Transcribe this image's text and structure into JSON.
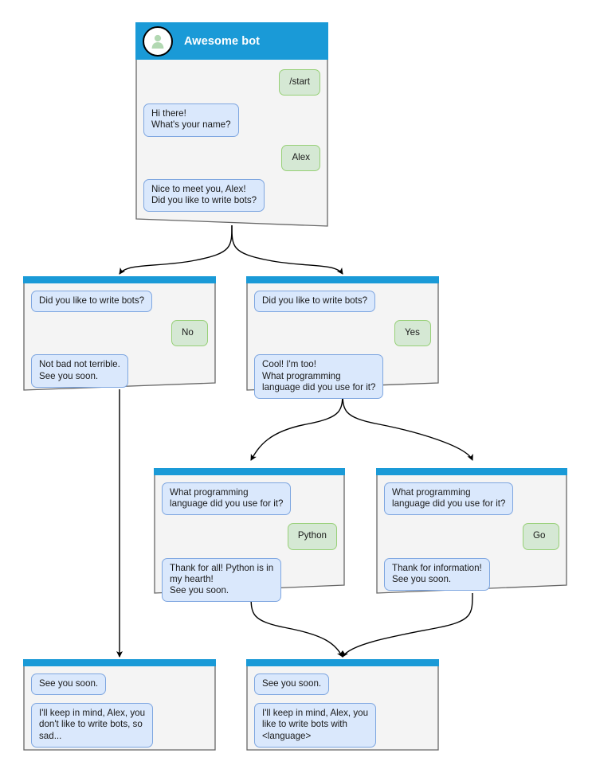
{
  "diagram": {
    "title": "Awesome bot chat flow",
    "colors": {
      "titlebar": "#1a9ad7",
      "node_body": "#f4f4f4",
      "node_border": "#666666",
      "bot_bubble_fill": "#dae8fc",
      "bot_bubble_border": "#7ea6e0",
      "user_bubble_fill": "#d5e8d4",
      "user_bubble_border": "#97d077",
      "edge": "#000000",
      "avatar_figure": "#b2d8b2"
    }
  },
  "nodes": {
    "start": {
      "header_title": "Awesome bot",
      "avatar_icon": "user-avatar-icon",
      "messages": [
        {
          "side": "right",
          "role": "user",
          "text": "/start"
        },
        {
          "side": "left",
          "role": "bot",
          "text": "Hi there!\nWhat's your name?"
        },
        {
          "side": "right",
          "role": "user",
          "text": "Alex"
        },
        {
          "side": "left",
          "role": "bot",
          "text": "Nice to meet you, Alex!\nDid you like to write bots?"
        }
      ]
    },
    "no_branch": {
      "messages": [
        {
          "side": "left",
          "role": "bot",
          "text": "Did you like to write bots?"
        },
        {
          "side": "right",
          "role": "user",
          "text": "No"
        },
        {
          "side": "left",
          "role": "bot",
          "text": "Not bad not terrible.\nSee you soon."
        }
      ]
    },
    "yes_branch": {
      "messages": [
        {
          "side": "left",
          "role": "bot",
          "text": "Did you like to write bots?"
        },
        {
          "side": "right",
          "role": "user",
          "text": "Yes"
        },
        {
          "side": "left",
          "role": "bot",
          "text": "Cool! I'm too!\nWhat programming\nlanguage did you use for it?"
        }
      ]
    },
    "python_branch": {
      "messages": [
        {
          "side": "left",
          "role": "bot",
          "text": "What programming\nlanguage did you use for it?"
        },
        {
          "side": "right",
          "role": "user",
          "text": "Python"
        },
        {
          "side": "left",
          "role": "bot",
          "text": "Thank for all! Python is in\nmy hearth!\nSee you soon."
        }
      ]
    },
    "go_branch": {
      "messages": [
        {
          "side": "left",
          "role": "bot",
          "text": "What programming\nlanguage did you use for it?"
        },
        {
          "side": "right",
          "role": "user",
          "text": "Go"
        },
        {
          "side": "left",
          "role": "bot",
          "text": "Thank for information!\nSee you soon."
        }
      ]
    },
    "end_sad": {
      "messages": [
        {
          "side": "left",
          "role": "bot",
          "text": "See you soon."
        },
        {
          "side": "left",
          "role": "bot",
          "text": "I'll keep in mind, Alex, you\ndon't like to write bots, so\nsad..."
        }
      ]
    },
    "end_happy": {
      "messages": [
        {
          "side": "left",
          "role": "bot",
          "text": "See you soon."
        },
        {
          "side": "left",
          "role": "bot",
          "text": "I'll keep in mind, Alex, you\nlike to write bots with\n<language>"
        }
      ]
    }
  }
}
